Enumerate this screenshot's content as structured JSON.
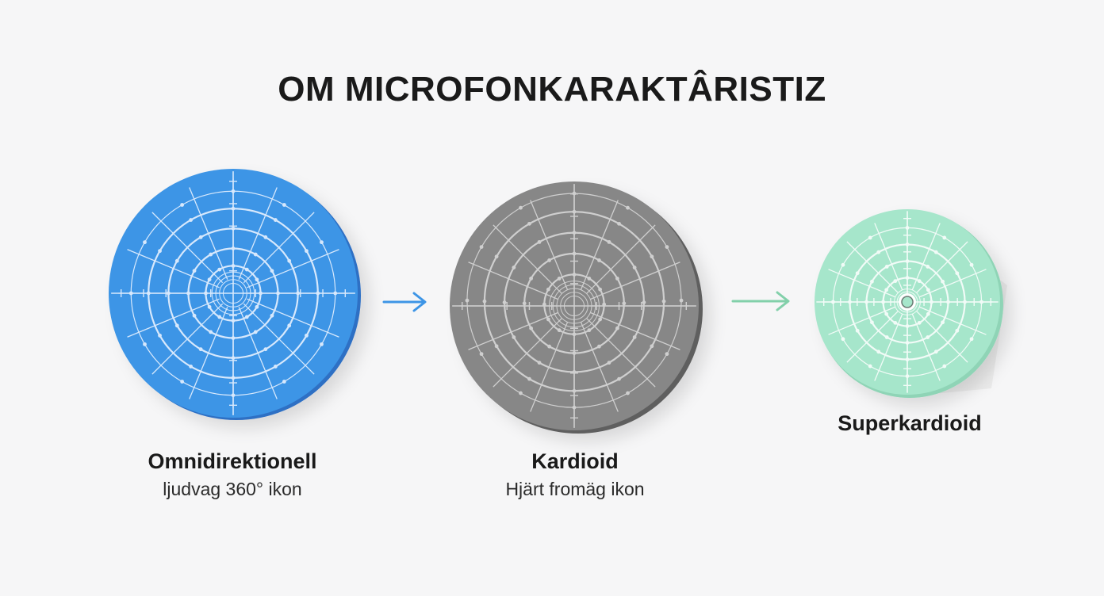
{
  "title": "OM MICROFONKARAKTÂRISTIZ",
  "colors": {
    "background": "#f6f6f7",
    "omni": "#3d95e6",
    "omni_edge": "#2d6fc4",
    "cardioid": "#878787",
    "cardioid_edge": "#5f5f5f",
    "supercardioid": "#a6e6cb",
    "supercardioid_edge": "#8fd4b6",
    "arrow_blue": "#3d95e6",
    "arrow_green": "#82d0aa"
  },
  "patterns": [
    {
      "name": "Omnidirektionell",
      "description": "ljudvag 360° ikon",
      "icon": "omnidirectional-pattern-icon"
    },
    {
      "name": "Kardioid",
      "description": "Hjärt fromäg ikon",
      "icon": "cardioid-pattern-icon"
    },
    {
      "name": "Superkardioid",
      "description": "",
      "icon": "supercardioid-pattern-icon"
    }
  ],
  "arrows": [
    {
      "from": "Omnidirektionell",
      "to": "Kardioid",
      "icon": "arrow-right-icon"
    },
    {
      "from": "Kardioid",
      "to": "Superkardioid",
      "icon": "arrow-right-icon"
    }
  ]
}
